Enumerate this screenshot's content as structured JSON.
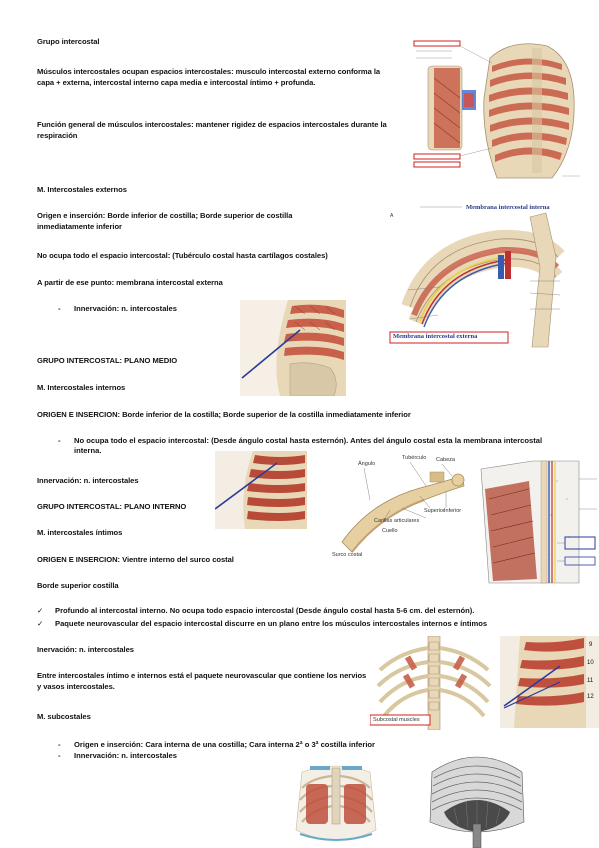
{
  "paragraphs": {
    "p1": "Grupo intercostal",
    "p2": "Músculos intercostales ocupan espacios intercostales: musculo intercostal externo conforma la capa + externa, intercostal interno capa media e intercostal íntimo + profunda.",
    "p3": "Función general de músculos intercostales: mantener rigidez de espacios intercostales durante la respiración",
    "p4": "M. Intercostales externos",
    "p5": "Origen e inserción: Borde inferior de costilla; Borde superior de costilla inmediatamente inferior",
    "p6": "No ocupa todo el espacio intercostal: (Tubérculo costal hasta cartílagos costales)",
    "p7": "A partir de ese punto: membrana intercostal externa",
    "p8": "Innervación: n. intercostales",
    "p9": "GRUPO INTERCOSTAL: PLANO MEDIO",
    "p10": "M. Intercostales internos",
    "p11": "ORIGEN E INSERCION: Borde inferior de la costilla; Borde superior de la costilla inmediatamente inferior",
    "p12": "No ocupa todo el espacio intercostal: (Desde ángulo costal hasta esternón). Antes del ángulo costal esta la membrana intercostal interna.",
    "p13": "Innervación: n. intercostales",
    "p14": "GRUPO INTERCOSTAL: PLANO INTERNO",
    "p15": "M. intercostales íntimos",
    "p16": "ORIGEN E INSERCION: Vientre interno del surco costal",
    "p17": "Borde superior costilla",
    "p18": "Profundo al intercostal interno. No ocupa todo espacio intercostal (Desde ángulo costal hasta 5-6 cm. del esternón).",
    "p19": "Paquete neurovascular del espacio intercostal discurre en un plano entre los músculos intercostales internos e íntimos",
    "p20": "Inervación: n. intercostales",
    "p21": "Entre intercostales íntimo e internos está el paquete neurovascular que contiene los nervios y vasos intercostales.",
    "p22": "M. subcostales",
    "p23": "Origen e inserción: Cara interna de una costilla; Cara interna 2ª o 3ª costilla inferior",
    "p24": "Innervación: n. intercostales"
  },
  "markers": {
    "dash": "-",
    "check": "✓"
  },
  "figure_labels": {
    "membrana_interna": "Membrana intercostal interna",
    "membrana_externa": "Membrana intercostal externa",
    "subcostal": "Subcostal muscles",
    "fig_letter": "A",
    "rib_numbers": [
      "9",
      "10",
      "11",
      "12"
    ],
    "rib_parts": [
      "Ángulo",
      "Tubérculo",
      "Cabeza",
      "Superior",
      "Inferior",
      "Carillas articulares",
      "Surco costal",
      "Cuello"
    ]
  },
  "colors": {
    "muscle": "#c8604a",
    "bone": "#e8d8b8",
    "nerve": "#e8d040",
    "artery": "#c03030",
    "vein": "#3a5ab0",
    "arrow": "#2a3a9a",
    "highlight": "#d02020"
  }
}
